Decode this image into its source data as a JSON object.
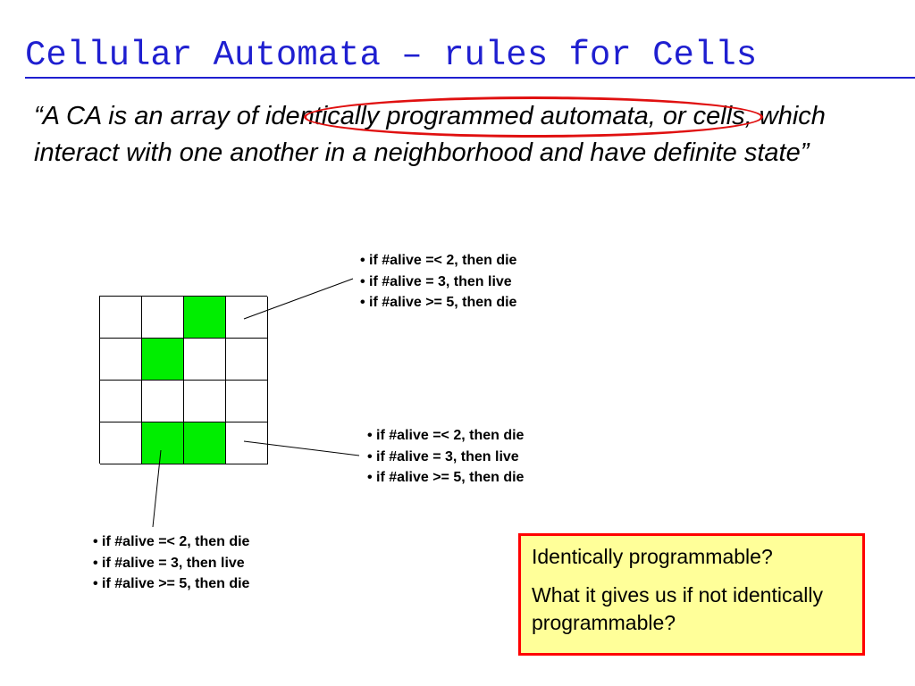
{
  "slide": {
    "title": "Cellular Automata – rules for Cells",
    "quote": "“A CA is an array of identically programmed automata, or cells, which interact with one another in a neighborhood and have definite state”",
    "grid": {
      "rows": [
        [
          false,
          false,
          true,
          false
        ],
        [
          false,
          true,
          false,
          false
        ],
        [
          false,
          false,
          false,
          false
        ],
        [
          false,
          true,
          true,
          false
        ]
      ]
    },
    "rule_sets": [
      [
        "if #alive =< 2, then die",
        "if #alive = 3, then live",
        "if #alive >= 5, then die"
      ],
      [
        "if #alive =< 2, then die",
        "if #alive = 3, then live",
        "if #alive >= 5, then die"
      ],
      [
        "if #alive =< 2, then die",
        "if #alive = 3, then live",
        "if #alive >= 5, then die"
      ]
    ],
    "question_box": {
      "line1": "Identically programmable?",
      "line2": "What it gives us if not identically programmable?"
    },
    "colors": {
      "title": "#1f1fd0",
      "alive_cell": "#00ee00",
      "ellipse": "#e01010",
      "box_fill": "#ffff99",
      "box_border": "#ff0000"
    }
  }
}
